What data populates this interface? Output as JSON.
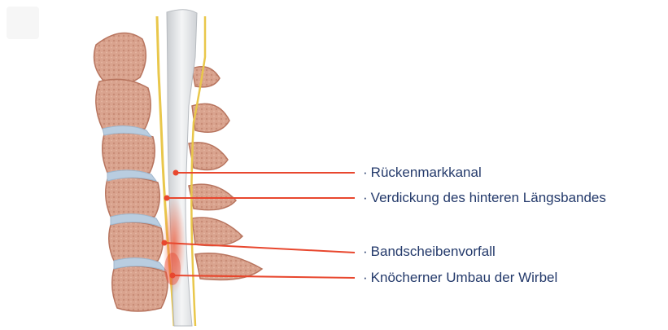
{
  "labels": [
    {
      "text": "Rückenmarkkanal"
    },
    {
      "text": "Verdickung des hinteren Längsbandes"
    },
    {
      "text": "Bandscheibenvorfall"
    },
    {
      "text": "Knöcherner Umbau der Wirbel"
    }
  ],
  "colors": {
    "bone": "#d9a38e",
    "bone_dark": "#b8755f",
    "disc": "#b9cde0",
    "cord": "#e6e8ea",
    "ligament": "#e9c74b",
    "pointer": "#e8472e",
    "label_text": "#243a6b"
  }
}
